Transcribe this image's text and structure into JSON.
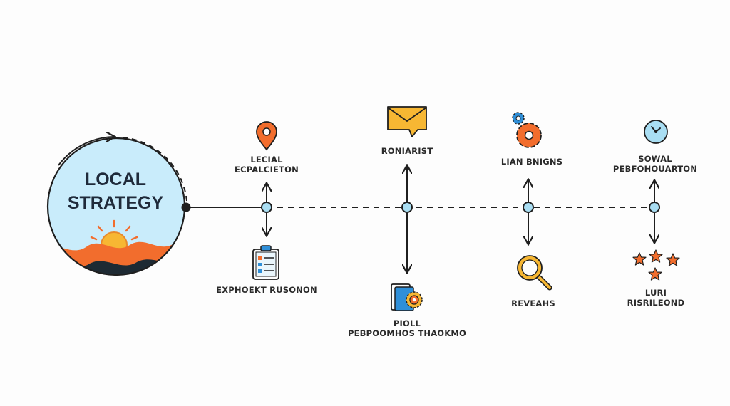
{
  "hub": {
    "line1": "LOCAL",
    "line2": "STRATEGY"
  },
  "nodes": [
    {
      "top_label": [
        "LECIAL",
        "ECPALCIETON"
      ],
      "bottom_label": [
        "EXPHOEKT RUSONON"
      ],
      "top_icon": "map-pin-icon",
      "bottom_icon": "clipboard-checklist-icon"
    },
    {
      "top_label": [
        "RONIARIST"
      ],
      "bottom_label": [
        "PIOLL",
        "PEBPOOMHOS THAOKMO"
      ],
      "top_icon": "envelope-icon",
      "bottom_icon": "document-gear-icon"
    },
    {
      "top_label": [
        "LIAN BNIGNS"
      ],
      "bottom_label": [
        "REVEAHS"
      ],
      "top_icon": "gears-icon",
      "bottom_icon": "magnifier-icon"
    },
    {
      "top_label": [
        "SOWAL",
        "PEBFOHOUARTON"
      ],
      "bottom_label": [
        "LURI",
        "RISRILEOND"
      ],
      "top_icon": "clock-icon",
      "bottom_icon": "stars-icon"
    }
  ],
  "colors": {
    "line": "#1f1f1f",
    "hub_fill": "#c9ecfb",
    "node_fill": "#a9def3",
    "accent_orange": "#f26d2d",
    "accent_yellow": "#f7b733",
    "accent_blue": "#2f8fd8"
  }
}
